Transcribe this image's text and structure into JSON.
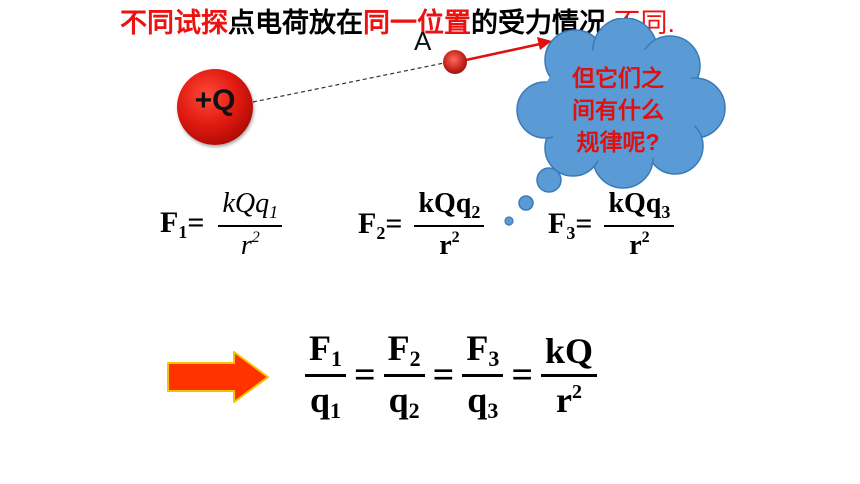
{
  "title": {
    "part1": "不同试探",
    "part2": "点电荷放在",
    "part3": "同一位置",
    "part4": "的受力情况",
    "part5": " 不同."
  },
  "charges": {
    "source_label": "+Q",
    "point_label": "A"
  },
  "cloud": {
    "line1": "但它们之",
    "line2": "间有什么",
    "line3": "规律呢?"
  },
  "formulas": {
    "f1": {
      "lhs": "F",
      "lhs_sub": "1",
      "eq": "=",
      "num": "kQq",
      "num_sub": "1",
      "den": "r",
      "den_sup": "2"
    },
    "f2": {
      "lhs": "F",
      "lhs_sub": "2",
      "eq": "=",
      "num": "kQq",
      "num_sub": "2",
      "den": "r",
      "den_sup": "2"
    },
    "f3": {
      "lhs": "F",
      "lhs_sub": "3",
      "eq": "=",
      "num": "kQq",
      "num_sub": "3",
      "den": "r",
      "den_sup": "2"
    }
  },
  "final": {
    "t1": {
      "num": "F",
      "num_sub": "1",
      "den": "q",
      "den_sub": "1"
    },
    "t2": {
      "num": "F",
      "num_sub": "2",
      "den": "q",
      "den_sub": "2"
    },
    "t3": {
      "num": "F",
      "num_sub": "3",
      "den": "q",
      "den_sub": "3"
    },
    "t4": {
      "num": "kQ",
      "den": "r",
      "den_sup": "2"
    },
    "eq": "="
  },
  "colors": {
    "accent_red": "#ee1111",
    "cloud_fill": "#5a9bd5",
    "arrow_fill": "#ff3300",
    "arrow_outline": "#f5c400"
  }
}
